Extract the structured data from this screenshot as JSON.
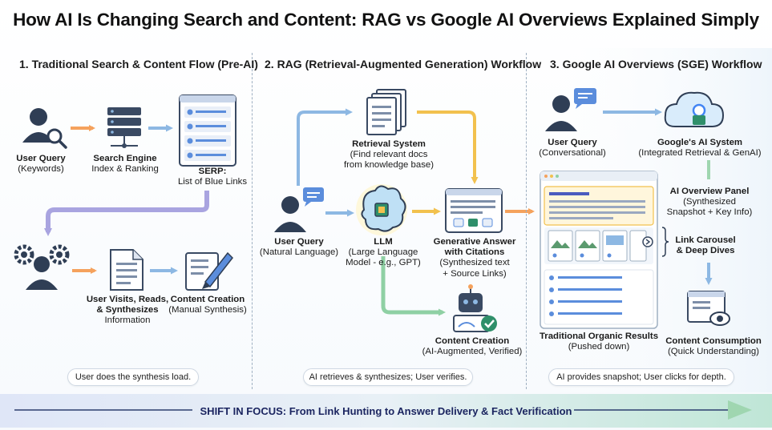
{
  "title": "How AI Is Changing Search and Content: RAG vs Google AI Overviews Explained Simply",
  "sections": {
    "s1": {
      "heading": "1. Traditional Search & Content Flow (Pre-AI)",
      "user_query": {
        "title": "User Query",
        "sub": "(Keywords)"
      },
      "search_engine": {
        "title": "Search Engine",
        "sub": "Index & Ranking"
      },
      "serp": {
        "title": "SERP:",
        "sub": "List of Blue Links"
      },
      "user_visits": {
        "title1": "User Visits, Reads,",
        "title2": "& Synthesizes",
        "sub": "Information"
      },
      "content_creation": {
        "title": "Content Creation",
        "sub": "(Manual Synthesis)"
      },
      "note": "User does the synthesis load."
    },
    "s2": {
      "heading": "2. RAG (Retrieval-Augmented Generation) Workflow",
      "retrieval": {
        "title": "Retrieval System",
        "sub1": "(Find relevant docs",
        "sub2": "from knowledge base)"
      },
      "user_query": {
        "title": "User Query",
        "sub": "(Natural Language)"
      },
      "llm": {
        "title": "LLM",
        "sub1": "(Large Language",
        "sub2": "Model - e.g., GPT)"
      },
      "generative": {
        "title1": "Generative Answer",
        "title2": "with Citations",
        "sub1": "(Synthesized text",
        "sub2": "+ Source Links)"
      },
      "content_creation": {
        "title": "Content Creation",
        "sub": "(AI-Augmented, Verified)"
      },
      "note": "AI retrieves & synthesizes; User verifies."
    },
    "s3": {
      "heading": "3. Google AI Overviews (SGE) Workflow",
      "user_query": {
        "title": "User Query",
        "sub": "(Conversational)"
      },
      "ai_system": {
        "title": "Google's AI System",
        "sub": "(Integrated Retrieval & GenAI)"
      },
      "overview_panel": {
        "title": "AI Overview Panel",
        "sub1": "(Synthesized",
        "sub2": "Snapshot + Key Info)"
      },
      "carousel": {
        "title1": "Link Carousel",
        "title2": "& Deep Dives"
      },
      "organic": {
        "title": "Traditional Organic Results",
        "sub": "(Pushed down)"
      },
      "consumption": {
        "title": "Content Consumption",
        "sub": "(Quick Understanding)"
      },
      "note": "AI provides snapshot; User clicks for depth."
    }
  },
  "shift": "SHIFT IN FOCUS: From Link Hunting to Answer Delivery & Fact Verification",
  "colors": {
    "orange": "#f5a25d",
    "blue": "#8db8e3",
    "green": "#9fd6b0",
    "yellow": "#f2c14e",
    "purple": "#a9a4e0",
    "dark": "#3f4e66"
  }
}
